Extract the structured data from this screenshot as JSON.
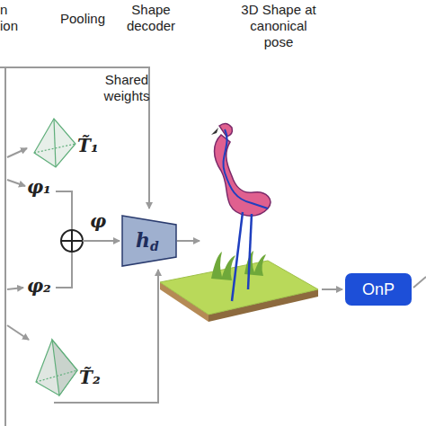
{
  "diagram": {
    "nodes": [
      {
        "text": [
          "h",
          "d"
        ]
      },
      {
        "text": [
          "OnP"
        ]
      }
    ],
    "labels": [
      "n",
      "ion",
      "Pooling",
      "Shape decoder",
      "3D Shape at canonical pose",
      "Shared weights",
      "T̃₁",
      "φ₁",
      "φ",
      "φ₂",
      "T̃₂"
    ]
  }
}
